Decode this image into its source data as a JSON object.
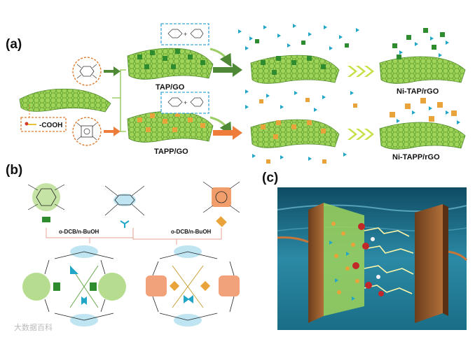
{
  "panels": {
    "a": {
      "label": "(a)",
      "sheet_labels": [
        "TAP/GO",
        "TAPP/GO",
        "Ni-TAP/rGO",
        "Ni-TAPP/rGO"
      ],
      "cooh": "-COOH"
    },
    "b": {
      "label": "(b)",
      "solvent_left": "o-DCB/n-BuOH",
      "solvent_right": "o-DCB/n-BuOH"
    },
    "c": {
      "label": "(c)"
    }
  },
  "colors": {
    "graphene_green": "#7fbf3f",
    "tap_green": "#2e8b2e",
    "tapp_orange": "#e8a33a",
    "linker_cyan": "#22a6c8",
    "arrow_green": "#4e8a35",
    "arrow_orange": "#ee7d3b",
    "dashed_orange": "#e07a2c",
    "dashed_blue": "#3aa6d8",
    "water_blue": "#1d6f86"
  },
  "watermark": "大数据百科"
}
